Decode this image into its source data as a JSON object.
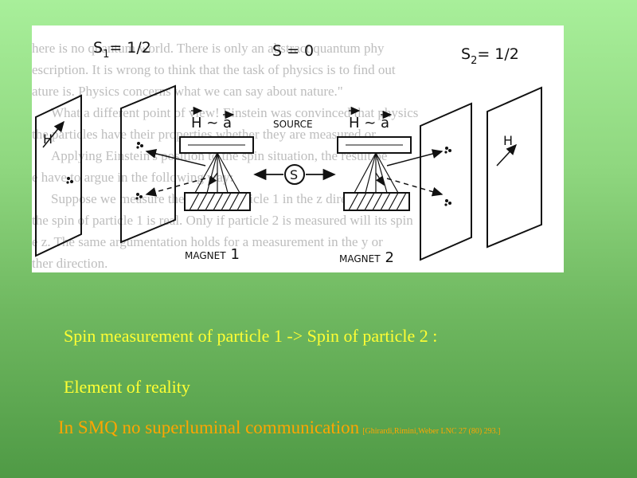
{
  "figure": {
    "s1_label": "S",
    "s1_sub": "1",
    "s1_val": "= 1/2",
    "s0_label": "S = 0",
    "s2_label": "S",
    "s2_sub": "2",
    "s2_val": "= 1/2",
    "h_a_left": "H ~ a",
    "source_label": "SOURCE",
    "h_a_right": "H ~ a",
    "source_symbol": "S",
    "h_panel_left": "H",
    "h_panel_right": "H",
    "magnet1_label": "MAGNET",
    "magnet1_num": "1",
    "magnet2_label": "MAGNET",
    "magnet2_num": "2",
    "bg_lines": [
      "here is no quantum world. There is only an abstract quantum phy",
      "escription. It is wrong to think that the task of physics is to find out",
      "ature is. Physics concerns what we can say about nature.\"",
      "What a different point of view! Einstein was convinced that physics",
      "the particles have their properties whether they are measured or",
      "Applying Einstein's position to the spin situation, the result be",
      "e have to argue in the following way:",
      "Suppose we measure the spin of particle 1 in the z direction,",
      "the spin of particle 1 is real. Only if particle 2 is measured will its spin",
      "e z. The same argumentation holds for a measurement in the y or",
      "ther direction."
    ]
  },
  "captions": {
    "line1": "Spin measurement  of particle 1 -> Spin of particle 2 :",
    "line2": "Element of reality",
    "line3": "In SMQ no superluminal communication",
    "line3_ref": "[Ghirardi,Rimini,Weber LNC 27 (80) 293.]"
  },
  "colors": {
    "caption": "#ffff33",
    "highlight": "#ffa500"
  }
}
